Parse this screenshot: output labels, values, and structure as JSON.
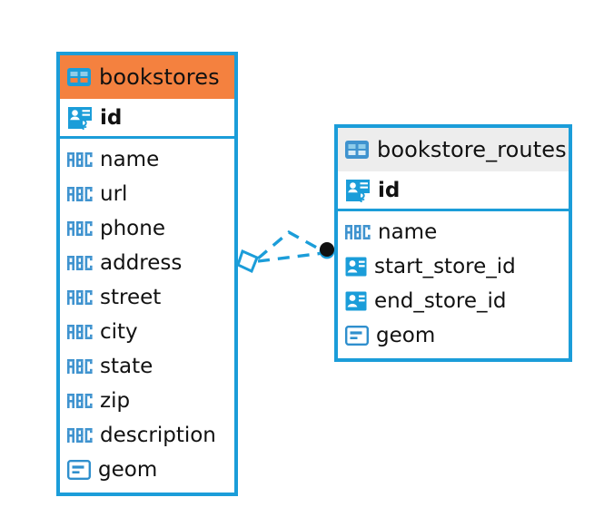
{
  "diagram": {
    "type": "entity-relationship-diagram",
    "background_color": "#ffffff",
    "accent_color": "#1b9dd9",
    "highlight_color": "#f4813f",
    "header_gray": "#ededed",
    "text_color": "#111111"
  },
  "entities": [
    {
      "name": "bookstores",
      "header_color": "#f4813f",
      "table_icon": "table-icon",
      "primary_key": {
        "label": "id",
        "icon": "primary-key-icon"
      },
      "fields": [
        {
          "label": "name",
          "icon": "text-abc-icon"
        },
        {
          "label": "url",
          "icon": "text-abc-icon"
        },
        {
          "label": "phone",
          "icon": "text-abc-icon"
        },
        {
          "label": "address",
          "icon": "text-abc-icon"
        },
        {
          "label": "street",
          "icon": "text-abc-icon"
        },
        {
          "label": "city",
          "icon": "text-abc-icon"
        },
        {
          "label": "state",
          "icon": "text-abc-icon"
        },
        {
          "label": "zip",
          "icon": "text-abc-icon"
        },
        {
          "label": "description",
          "icon": "text-abc-icon"
        },
        {
          "label": "geom",
          "icon": "geometry-icon"
        }
      ]
    },
    {
      "name": "bookstore_routes",
      "header_color": "#ededed",
      "table_icon": "table-icon",
      "primary_key": {
        "label": "id",
        "icon": "primary-key-icon"
      },
      "fields": [
        {
          "label": "name",
          "icon": "text-abc-icon"
        },
        {
          "label": "start_store_id",
          "icon": "foreign-key-icon"
        },
        {
          "label": "end_store_id",
          "icon": "foreign-key-icon"
        },
        {
          "label": "geom",
          "icon": "geometry-icon"
        }
      ]
    }
  ],
  "relationship": {
    "from_entity": "bookstores",
    "to_entity": "bookstore_routes",
    "line_style": "dashed",
    "line_color": "#1b9dd9",
    "source_marker": "rhombus-marker",
    "target_marker": "filled-circle-marker"
  }
}
